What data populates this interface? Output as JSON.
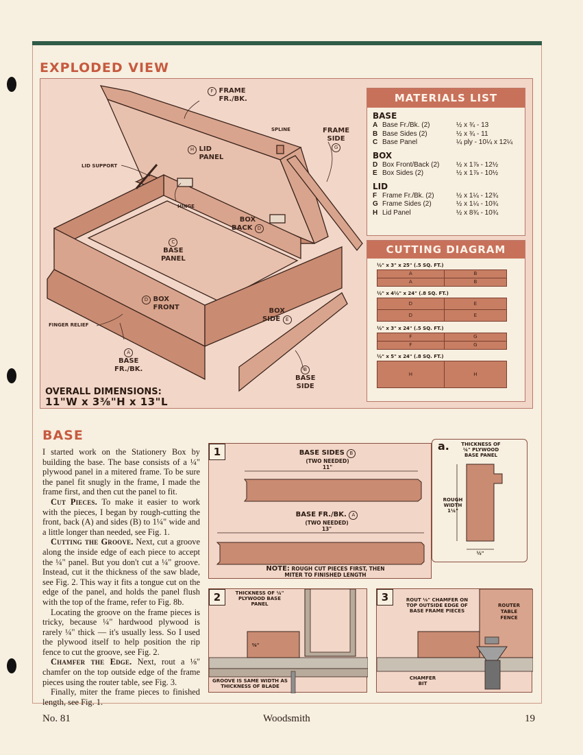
{
  "page": {
    "footer_left": "No. 81",
    "footer_center": "Woodsmith",
    "footer_right": "19"
  },
  "exploded": {
    "heading": "EXPLODED VIEW",
    "labels": {
      "frame_frbk": "FRAME\nFR./BK.",
      "frame_frbk_letter": "F",
      "spline": "SPLINE",
      "frame_side": "FRAME\nSIDE",
      "frame_side_letter": "G",
      "lid_support": "LID SUPPORT",
      "lid_panel": "LID\nPANEL",
      "lid_panel_letter": "H",
      "hinge": "HINGE",
      "box_back": "BOX\nBACK",
      "box_back_letter": "D",
      "base_panel": "BASE\nPANEL",
      "base_panel_letter": "C",
      "box_front": "BOX\nFRONT",
      "box_front_letter": "D",
      "box_side": "BOX\nSIDE",
      "box_side_letter": "E",
      "finger_relief": "FINGER RELIEF",
      "base_frbk": "BASE\nFR./BK.",
      "base_frbk_letter": "A",
      "base_side": "BASE\nSIDE",
      "base_side_letter": "B"
    },
    "overall_title": "OVERALL DIMENSIONS:",
    "overall_value": "11\"W x 3⅜\"H x 13\"L"
  },
  "materials": {
    "title": "MATERIALS LIST",
    "groups": [
      {
        "name": "BASE",
        "rows": [
          {
            "k": "A",
            "n": "Base Fr./Bk. (2)",
            "s": "½ x ¾ - 13"
          },
          {
            "k": "B",
            "n": "Base Sides (2)",
            "s": "½ x ¾ - 11"
          },
          {
            "k": "C",
            "n": "Base Panel",
            "s": "¼ ply - 10¼ x 12¼"
          }
        ]
      },
      {
        "name": "BOX",
        "rows": [
          {
            "k": "D",
            "n": "Box Front/Back (2)",
            "s": "½ x 1⅞ - 12½"
          },
          {
            "k": "E",
            "n": "Box Sides (2)",
            "s": "½ x 1⅞ - 10½"
          }
        ]
      },
      {
        "name": "LID",
        "rows": [
          {
            "k": "F",
            "n": "Frame Fr./Bk. (2)",
            "s": "½ x 1¼ - 12¾"
          },
          {
            "k": "G",
            "n": "Frame Sides (2)",
            "s": "½ x 1¼ - 10¾"
          },
          {
            "k": "H",
            "n": "Lid Panel",
            "s": "½ x 8¾ - 10¾"
          }
        ]
      }
    ]
  },
  "cutting": {
    "title": "CUTTING DIAGRAM",
    "boards": [
      {
        "label": "½\" x 3\" x 25\" (.5 SQ. FT.)",
        "rows": [
          [
            "A",
            "B"
          ],
          [
            "A",
            "B"
          ]
        ]
      },
      {
        "label": "½\" x 4½\" x 24\" (.8 SQ. FT.)",
        "rows": [
          [
            "D",
            "E"
          ],
          [
            "D",
            "E"
          ]
        ]
      },
      {
        "label": "½\" x 3\" x 24\" (.5 SQ. FT.)",
        "rows": [
          [
            "F",
            "G"
          ],
          [
            "F",
            "G"
          ]
        ]
      },
      {
        "label": "½\" x 5\" x 24\" (.8 SQ. FT.)",
        "rows": [
          [
            "H",
            "H"
          ]
        ]
      }
    ]
  },
  "article": {
    "heading": "BASE",
    "p1": "I started work on the Stationery Box by building the base. The base consists of a ¼\" plywood panel in a mitered frame. To be sure the panel fit snugly in the frame, I made the frame first, and then cut the panel to fit.",
    "p2_lead": "Cut Pieces.",
    "p2": " To make it easier to work with the pieces, I began by rough-cutting the front, back (A) and sides (B) to 1¼\" wide and a little longer than needed, see Fig. 1.",
    "p3_lead": "Cutting the Groove.",
    "p3": " Next, cut a groove along the inside edge of each piece to accept the ¼\" panel. But you don't cut a ¼\" groove. Instead, cut it the thickness of the saw blade, see Fig. 2. This way it fits a tongue cut on the edge of the panel, and holds the panel flush with the top of the frame, refer to Fig. 8b.",
    "p4": "Locating the groove on the frame pieces is tricky, because ¼\" hardwood plywood is rarely ¼\" thick — it's usually less. So I used the plywood itself to help position the rip fence to cut the groove, see Fig. 2.",
    "p5_lead": "Chamfer the Edge.",
    "p5": " Next, rout a ⅛\" chamfer on the top outside edge of the frame pieces using the router table, see Fig. 3.",
    "p6": "Finally, miter the frame pieces to finished length, see Fig. 1."
  },
  "fig1": {
    "num": "1",
    "sides_label": "BASE SIDES",
    "sides_letter": "B",
    "sides_needed": "(TWO NEEDED)",
    "sides_len": "11\"",
    "frbk_label": "BASE FR./BK.",
    "frbk_letter": "A",
    "frbk_needed": "(TWO NEEDED)",
    "frbk_len": "13\"",
    "note_lead": "NOTE:",
    "note": " ROUGH CUT PIECES FIRST, THEN MITER TO FINISHED LENGTH"
  },
  "fig1a": {
    "letter": "a.",
    "thickness": "THICKNESS OF ¼\" PLYWOOD BASE PANEL",
    "rough": "ROUGH\nWIDTH\n1¼\"",
    "bottom": "½\""
  },
  "fig2": {
    "num": "2",
    "thickness": "THICKNESS OF ¼\" PLYWOOD BASE PANEL",
    "groove_dim": "⅜\"",
    "note": "GROOVE IS SAME WIDTH AS THICKNESS OF BLADE"
  },
  "fig3": {
    "num": "3",
    "rout": "ROUT ⅛\" CHAMFER ON TOP OUTSIDE EDGE OF BASE FRAME PIECES",
    "fence": "ROUTER TABLE FENCE",
    "bit": "CHAMFER BIT"
  }
}
